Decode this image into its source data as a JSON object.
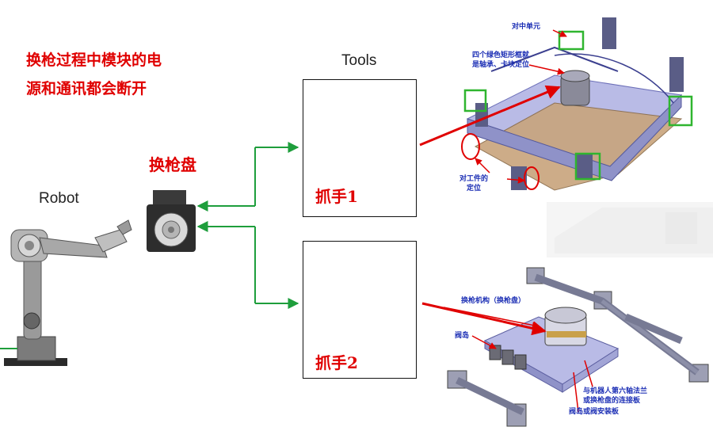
{
  "note": {
    "line1": "换枪过程中模块的电",
    "line2": "源和通讯都会断开"
  },
  "labels": {
    "tools": "Tools",
    "robot": "Robot",
    "tool_changer": "换枪盘",
    "gripper_1": "抓手1",
    "gripper_2": "抓手2"
  },
  "fixture_top": {
    "centering_unit": "对中单元",
    "green_boxes_l1": "四个绿色矩形框就",
    "green_boxes_l2": "是轴承、卡块定位",
    "workpiece_l1": "对工件的",
    "workpiece_l2": "定位"
  },
  "fixture_bottom": {
    "changer_mechanism": "换枪机构（换枪盘）",
    "valve_island": "阀岛",
    "flange_l1": "与机器人第六轴法兰",
    "flange_l2": "或换枪盘的连接板",
    "valve_plate": "阀岛或阀安装板"
  },
  "colors": {
    "note_red": "#e00000",
    "arrow_green": "#1e9e3c",
    "arrow_red": "#e00000",
    "annotation_blue": "#1c2fb5",
    "highlight_green": "#2fb52f",
    "fixture_plate": "#b9bbe6"
  }
}
